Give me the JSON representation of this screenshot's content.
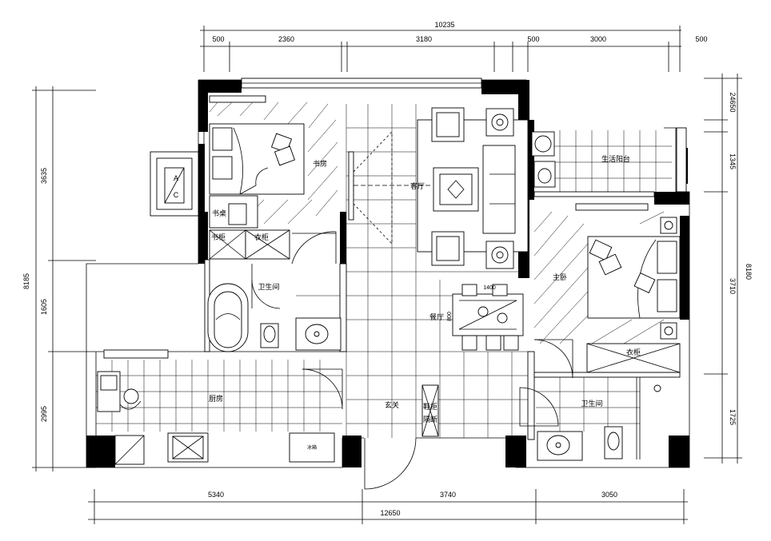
{
  "dimensions": {
    "top_total": "10235",
    "top_segments": [
      "500",
      "2360",
      "3180",
      "500",
      "3000",
      "500"
    ],
    "left_total": "8185",
    "left_segments": [
      "3635",
      "1605",
      "2995"
    ],
    "right_total": "8180",
    "right_segments": [
      "24650",
      "1345",
      "3710",
      "1725"
    ],
    "bottom_segments": [
      "5340",
      "3740",
      "3050"
    ],
    "bottom_total": "12650",
    "dining_table_w": "1400",
    "dining_table_h": "800"
  },
  "rooms": {
    "study": "书房",
    "desk": "书桌",
    "bookcase": "书柜",
    "wardrobe_small": "衣柜",
    "living_room": "客厅",
    "balcony": "生活阳台",
    "master_bedroom": "主卧",
    "bathroom_left": "卫生间",
    "dining_room": "餐厅",
    "kitchen": "厨房",
    "entrance": "玄关",
    "shoe_cabinet_1": "鞋柜",
    "shoe_cabinet_2": "隔断",
    "wardrobe_master": "衣柜",
    "bathroom_right": "卫生间",
    "fridge": "冰箱",
    "ac_a": "A",
    "ac_c": "C"
  }
}
